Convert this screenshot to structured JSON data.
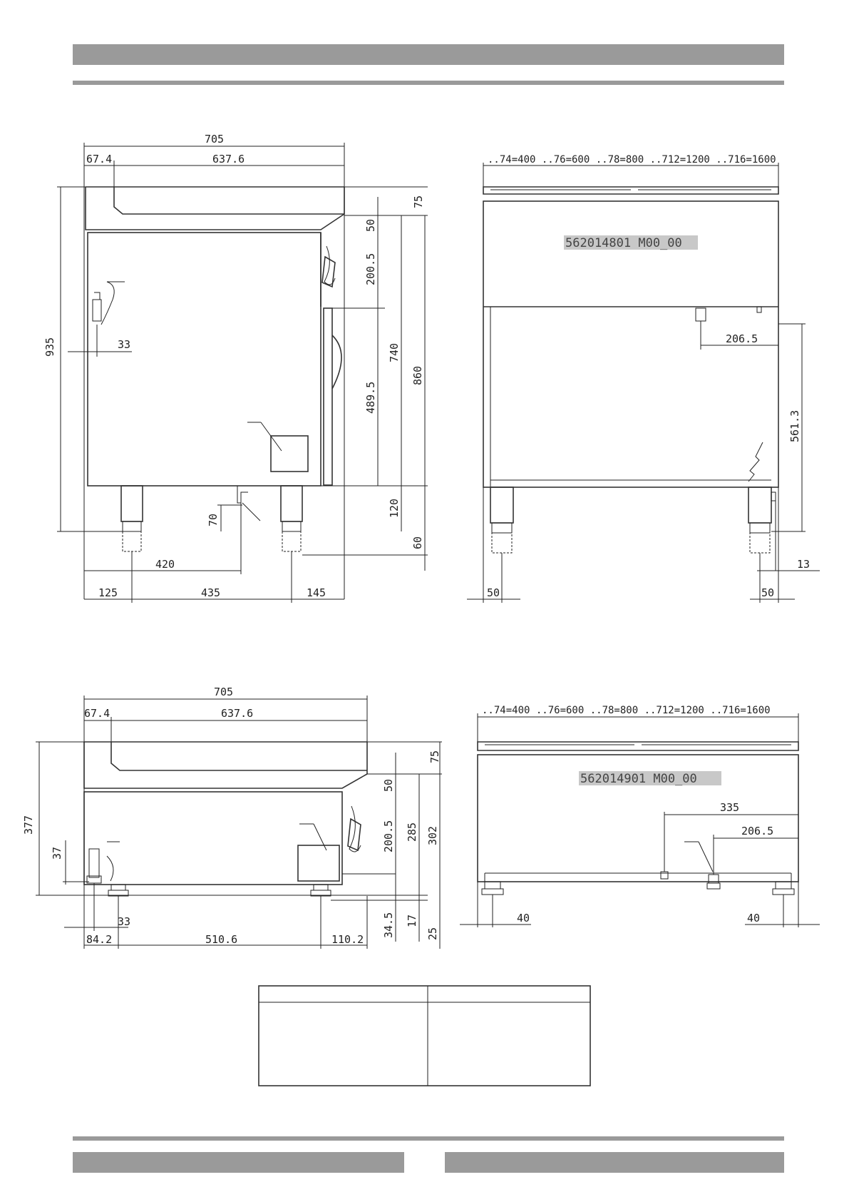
{
  "page": {
    "header_bar_color": "#9a9a9a",
    "footer_bar_color": "#9a9a9a"
  },
  "drawing_top_side": {
    "dims": {
      "total_depth": "705",
      "offset_left": "67.4",
      "inner_depth": "637.6",
      "top_h": "75",
      "panel_h": "50",
      "upper_h": "200.5",
      "door_h": "489.5",
      "body_h": "740",
      "height_860": "860",
      "height_935": "935",
      "leg_h": "120",
      "foot_h": "60",
      "gas_h": "70",
      "gas_x": "33",
      "gas_to_leg": "420",
      "leg_front": "125",
      "leg_spacing": "435",
      "leg_back": "145"
    }
  },
  "drawing_top_front": {
    "width_options": "..74=400  ..76=600  ..78=800  ..712=1200  ..716=1600",
    "label_code": "562014801  M00_00",
    "dims": {
      "conn_x": "206.5",
      "conn_h": "561.3",
      "leg_left": "50",
      "leg_right": "50",
      "side_off": "13"
    }
  },
  "drawing_bottom_side": {
    "dims": {
      "total_depth": "705",
      "offset_left": "67.4",
      "inner_depth": "637.6",
      "top_h": "75",
      "panel_h": "50",
      "upper_h": "200.5",
      "h285": "285",
      "h302": "302",
      "h377": "377",
      "h37": "37",
      "x33": "33",
      "foot_345": "34.5",
      "foot_17": "17",
      "foot_25": "25",
      "leg_front": "84.2",
      "leg_spacing": "510.6",
      "leg_back": "110.2"
    }
  },
  "drawing_bottom_front": {
    "width_options": "..74=400  ..76=600  ..78=800  ..712=1200  ..716=1600",
    "label_code": "562014901  M00_00",
    "dims": {
      "conn_335": "335",
      "conn_2065": "206.5",
      "leg_left": "40",
      "leg_right": "40"
    }
  }
}
